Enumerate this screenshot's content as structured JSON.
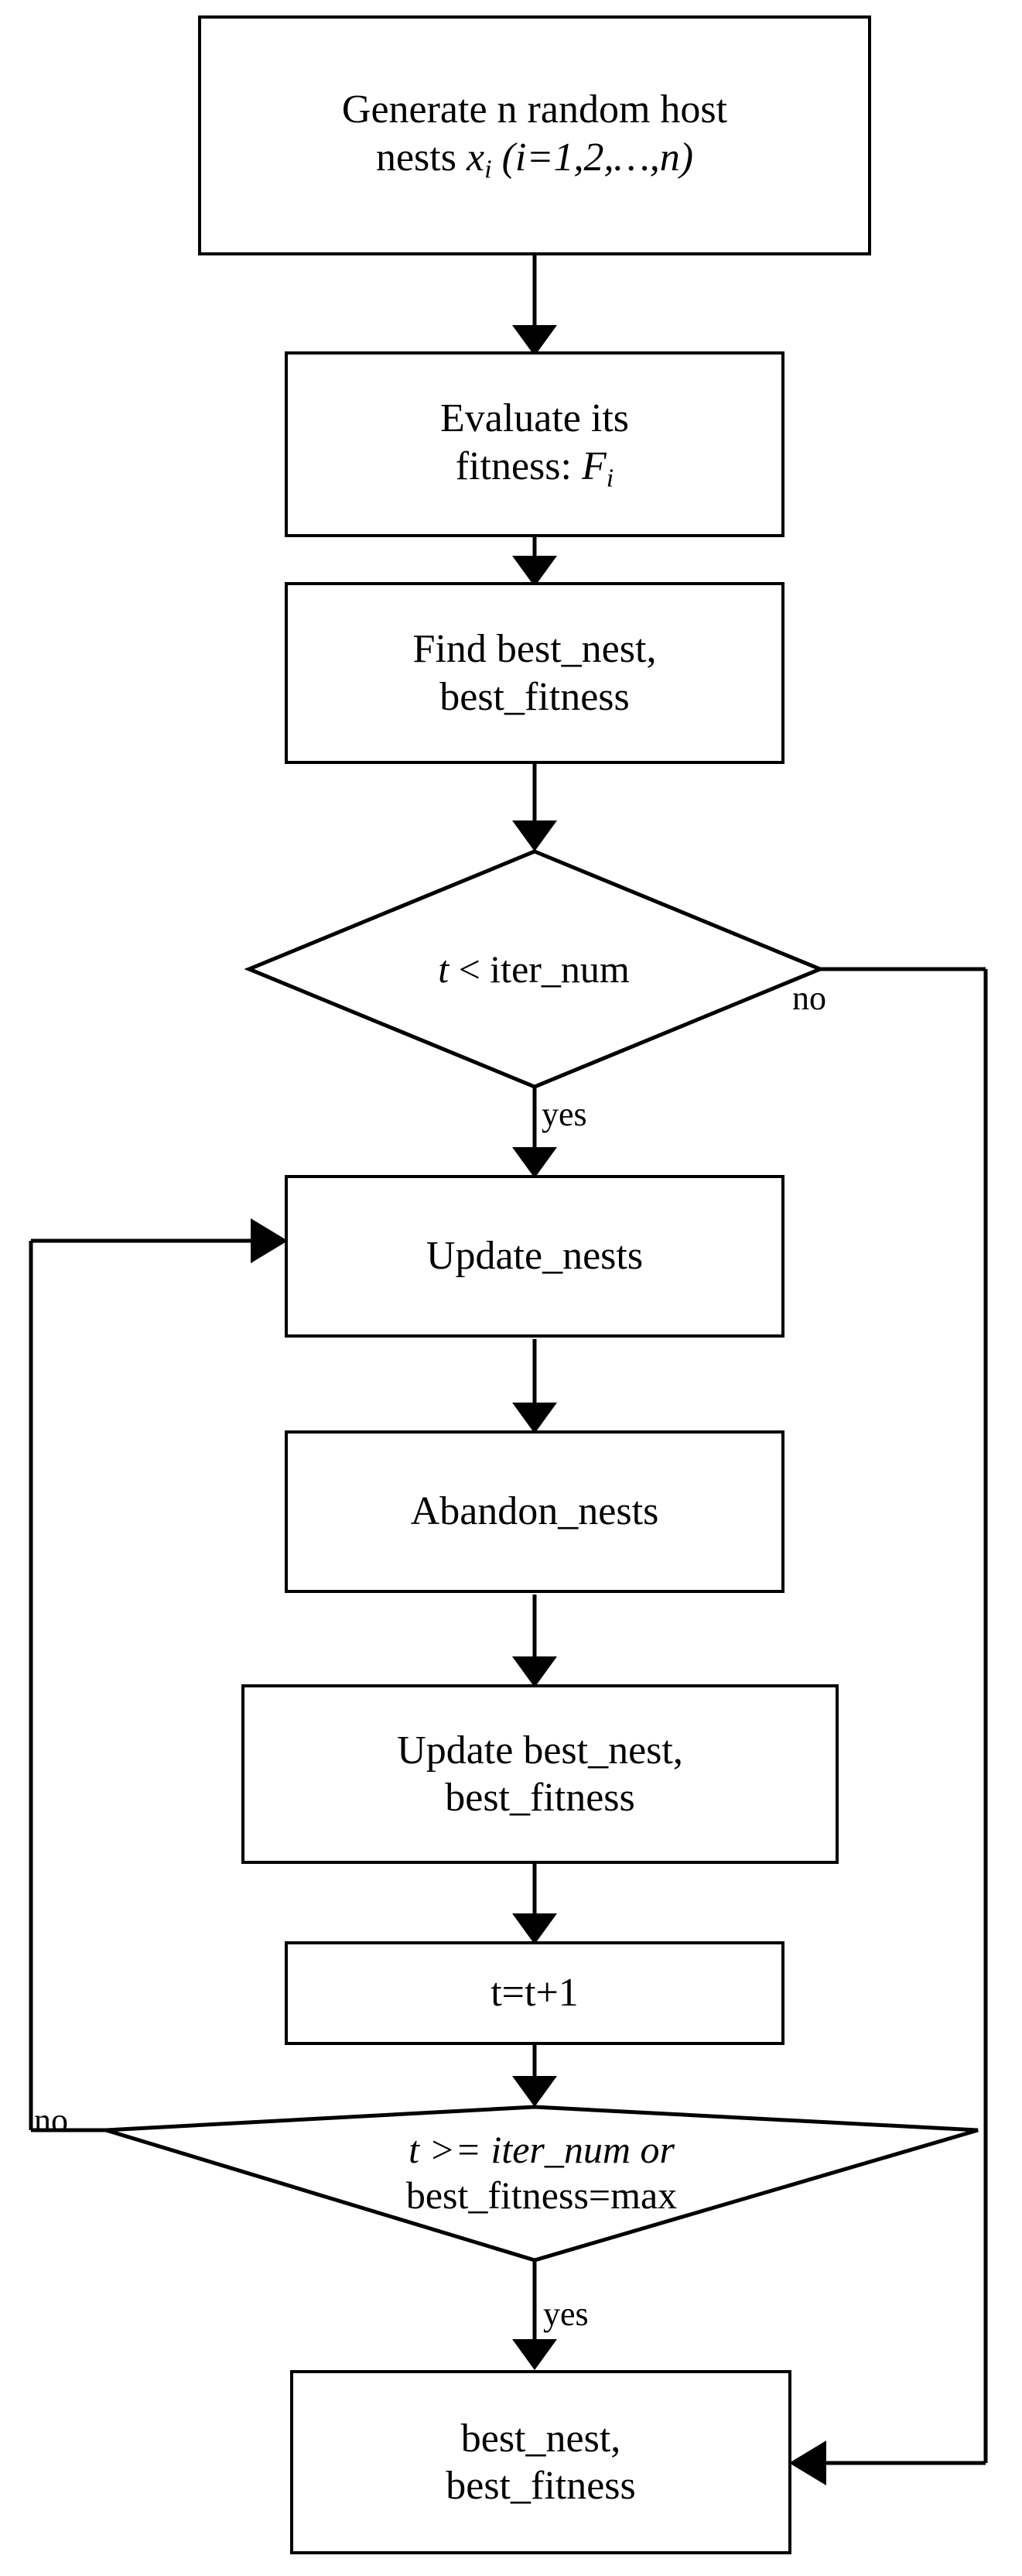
{
  "diagram": {
    "title": "Cuckoo Search algorithm flowchart",
    "stroke_color": "#000000",
    "background_color": "#ffffff"
  },
  "nodes": {
    "generate": {
      "type": "process",
      "line1": "Generate  n random host",
      "line2_prefix": "nests ",
      "line2_var": "x",
      "line2_var_sub": "i",
      "line2_suffix": " (i=1,2,…,n)"
    },
    "evaluate": {
      "type": "process",
      "line1": "Evaluate its",
      "line2_prefix": "fitness: ",
      "line2_var": "F",
      "line2_var_sub": "i"
    },
    "find_best": {
      "type": "process",
      "line1": "Find best_nest,",
      "line2": "best_fitness"
    },
    "decision_iter": {
      "type": "decision",
      "var": "t",
      "rest": " < iter_num"
    },
    "update_nests": {
      "type": "process",
      "line1": "Update_nests"
    },
    "abandon_nests": {
      "type": "process",
      "line1": "Abandon_nests"
    },
    "update_best": {
      "type": "process",
      "line1": "Update best_nest,",
      "line2": "best_fitness"
    },
    "increment": {
      "type": "process",
      "line1": "t=t+1"
    },
    "decision_stop": {
      "type": "decision",
      "line1_italic": "t >= iter_num or",
      "line2": "best_fitness=max"
    },
    "output": {
      "type": "process",
      "line1": "best_nest,",
      "line2": "best_fitness"
    }
  },
  "edge_labels": {
    "iter_no": "no",
    "iter_yes": "yes",
    "stop_no": "no",
    "stop_yes": "yes"
  }
}
